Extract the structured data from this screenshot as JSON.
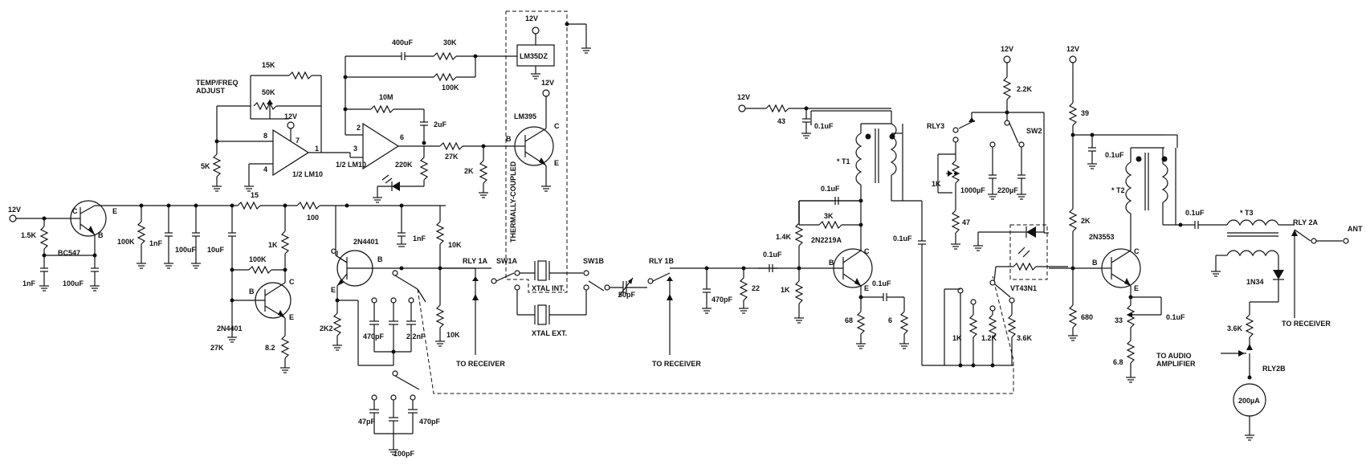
{
  "labels": {
    "v12_a": "12V",
    "v12_b": "12V",
    "v12_c": "12V",
    "v12_d": "12V",
    "v12_e": "12V",
    "v12_f": "12V",
    "v12_g": "12V",
    "r1_5k": "1.5K",
    "c1nf_a": "1nF",
    "q_bc547": "BC547",
    "c100uf_a": "100uF",
    "r100k_a": "100K",
    "c1nf_b": "1nF",
    "c100uf_b": "100uF",
    "c10uf": "10uF",
    "r15": "15",
    "r1k_a": "1K",
    "r100k_b": "100K",
    "r100": "100",
    "q_2n4401_a": "2N4401",
    "r27k_a": "27K",
    "r8_2": "8.2",
    "q_2n4401_b": "2N4401",
    "r2k2": "2K2",
    "c470pf_a": "470pF",
    "c2_2nf": "2.2nF",
    "c1nf_c": "1nF",
    "r10k_a": "10K",
    "r10k_b": "10K",
    "c47pf": "47pF",
    "c100pf": "100pF",
    "c470pf_b": "470pF",
    "temp_adjust": "TEMP/FREQ",
    "temp_adjust2": "ADJUST",
    "r15k": "15K",
    "r50k": "50K",
    "r5k": "5K",
    "opamp1": "1/2  LM10",
    "opamp2": "1/2  LM10",
    "c400uf": "400uF",
    "r30k": "30K",
    "r100k_c": "100K",
    "r10m": "10M",
    "c2uf": "2uF",
    "r220k": "220K",
    "r27k_b": "27K",
    "r2k_a": "2K",
    "lm35dz": "LM35DZ",
    "lm395": "LM395",
    "thermally": "THERMALLY-COUPLED",
    "rly1a": "RLY 1A",
    "sw1a": "SW1A",
    "xtal_int": "XTAL INT.",
    "sw1b": "SW1B",
    "xtal_ext": "XTAL EXT.",
    "c50pf": "50pF",
    "rly1b": "RLY 1B",
    "to_receiver_a": "TO RECEIVER",
    "to_receiver_b": "TO RECEIVER",
    "to_receiver_c": "TO RECEIVER",
    "c470pf_c": "470pF",
    "r22": "22",
    "c0_1uf_a": "0.1uF",
    "r1_4k": "1.4K",
    "r1k_b": "1K",
    "q_2n2219a": "2N2219A",
    "r3k": "3K",
    "c0_1uf_b": "0.1uF",
    "r68": "68",
    "c0_1uf_c": "0.1uF",
    "r6": "6",
    "r43": "43",
    "c0_1uf_d": "0.1uF",
    "t1": "* T1",
    "c0_1uf_e": "0.1uF",
    "rly3": "RLY3",
    "r2_2k": "2.2K",
    "sw2": "SW2",
    "r1k_c": "1K",
    "c1000uf": "1000µF",
    "c220uf": "220µF",
    "r47": "47",
    "vt43n1": "VT43N1",
    "r1k_d": "1K",
    "r1_2k": "1.2K",
    "r3_6k_a": "3.6K",
    "r39": "39",
    "c0_1uf_f": "0.1uF",
    "r2k_b": "2K",
    "q_2n3553": "2N3553",
    "r680": "680",
    "t2": "* T2",
    "r33": "33",
    "c0_1uf_g": "0.1uF",
    "r6_8": "6.8",
    "c0_1uf_h": "0.1uF",
    "t3": "* T3",
    "rly2a": "RLY 2A",
    "ant": "ANT",
    "n1n34": "1N34",
    "r3_6k_b": "3.6K",
    "to_audio": "TO AUDIO",
    "to_audio2": "AMPLIFIER",
    "rly2b": "RLY2B",
    "meter": "200µA"
  },
  "pins": {
    "c": "C",
    "b": "B",
    "e": "E",
    "p8": "8",
    "p7": "7",
    "p1": "1",
    "p4": "4",
    "p2": "2",
    "p3": "3",
    "p6": "6"
  }
}
